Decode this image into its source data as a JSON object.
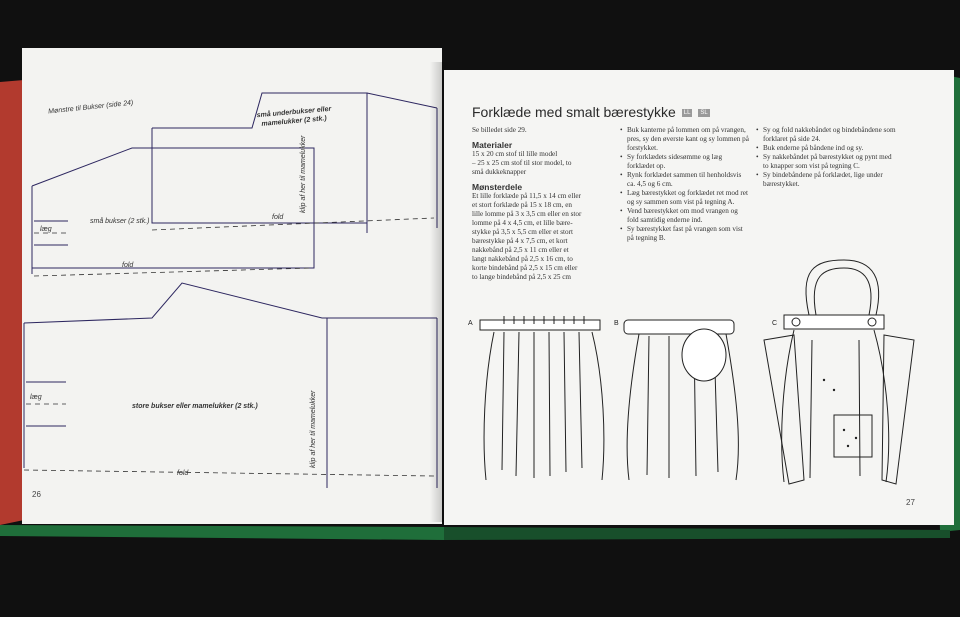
{
  "left_page": {
    "header_label": "Mønstre til Bukser (side 24)",
    "upper_pattern": {
      "title_line1": "små underbukser eller",
      "title_line2": "mamelukker (2 stk.)",
      "inner_label": "små bukser (2 stk.)",
      "cut_label": "klip af her til mamelukker",
      "fold_label_top": "fold",
      "fold_label_bottom": "fold",
      "hem_label": "læg"
    },
    "lower_pattern": {
      "title": "store bukser eller mamelukker (2 stk.)",
      "cut_label": "klip af her til mamelukker",
      "fold_label": "fold",
      "hem_label": "læg"
    },
    "page_number": "26"
  },
  "right_page": {
    "title": "Forklæde med smalt bærestykke",
    "badges": [
      "LL",
      "SL"
    ],
    "see_photo": "Se billedet side 29.",
    "materials_heading": "Materialer",
    "materials_lines": [
      "15 x 20 cm stof til lille model",
      "– 25 x 25 cm stof til stor model, to",
      "små dukkeknapper"
    ],
    "pattern_heading": "Mønsterdele",
    "pattern_lines": [
      "Et lille forklæde på 11,5 x 14 cm eller",
      "et stort forklæde på 15 x 18 cm, en",
      "lille lomme på 3 x 3,5 cm eller en stor",
      "lomme på 4 x 4,5 cm, et lille bære-",
      "stykke på 3,5 x 5,5 cm eller et stort",
      "bærestykke på 4 x 7,5 cm, et kort",
      "nakkebånd på 2,5 x 11 cm eller et",
      "langt nakkebånd på 2,5 x 16 cm, to",
      "korte bindebånd på 2,5 x 15 cm eller",
      "to lange bindebånd på 2,5 x 25 cm"
    ],
    "col2_items": [
      "Buk kanterne på lommen om på vrangen, pres, sy den øverste kant og sy lommen på forstykket.",
      "Sy forklædets sidesømme og læg forklædet op.",
      "Rynk forklædet sammen til henholdsvis ca. 4,5 og 6 cm.",
      "Læg bærestykket og forklædet ret mod ret og sy sammen som vist på tegning A.",
      "Vend bærestykket om mod vrangen og fold samtidig enderne ind.",
      "Sy bærestykket fast på vrangen som vist på tegning B."
    ],
    "col3_items": [
      "Sy og fold nakkebåndet og bindebåndene som forklaret på side 24.",
      "Buk enderne på båndene ind og sy.",
      "Sy nakkebåndet på bærestykket og pynt med to knapper som vist på tegning C.",
      "Sy bindebåndene på forklædet, lige under bærestykket."
    ],
    "figure_labels": [
      "A",
      "B",
      "C"
    ],
    "page_number": "27"
  },
  "colors": {
    "background": "#101010",
    "cover_red": "#b23a2e",
    "cover_green": "#1f6e3a",
    "page": "#f3f3f1",
    "pattern_line": "#2d2760"
  }
}
